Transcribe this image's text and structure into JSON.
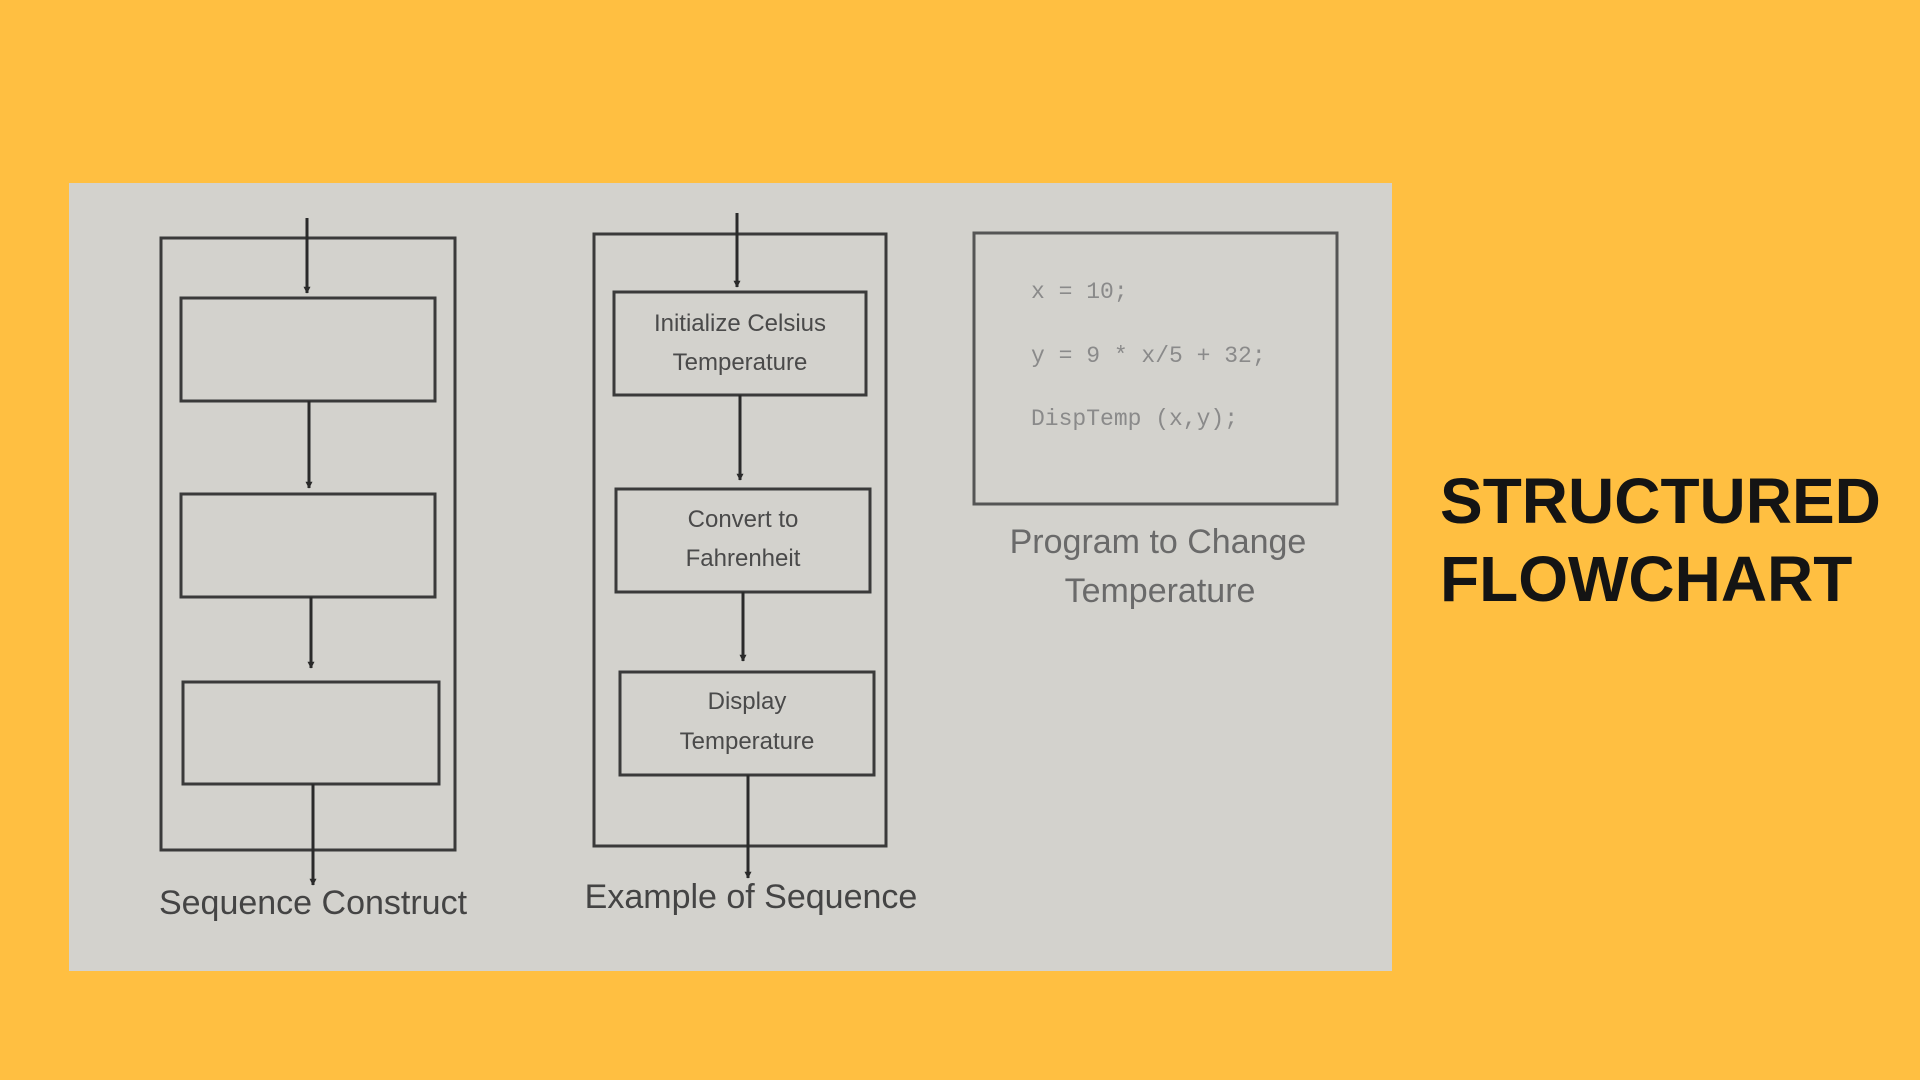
{
  "slide": {
    "title_line1": "STRUCTURED",
    "title_line2": "FLOWCHART",
    "background_color": "#FFBF41"
  },
  "diagram": {
    "sequence_construct": {
      "caption": "Sequence Construct",
      "boxes": [
        "",
        "",
        ""
      ]
    },
    "example_of_sequence": {
      "caption": "Example of Sequence",
      "steps": [
        {
          "line1": "Initialize Celsius",
          "line2": "Temperature"
        },
        {
          "line1": "Convert to",
          "line2": "Fahrenheit"
        },
        {
          "line1": "Display",
          "line2": "Temperature"
        }
      ]
    },
    "program": {
      "caption_line1": "Program to Change",
      "caption_line2": "Temperature",
      "code_lines": [
        "x = 10;",
        "y = 9 * x/5 + 32;",
        "DispTemp (x,y);"
      ]
    }
  }
}
